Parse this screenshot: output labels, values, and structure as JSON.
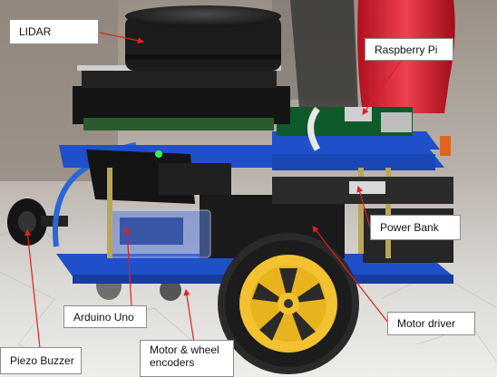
{
  "labels": {
    "lidar": "LIDAR",
    "raspberry_pi": "Raspberry Pi",
    "power_bank": "Power Bank",
    "arduino_uno": "Arduino Uno",
    "motor_driver": "Motor driver",
    "piezo_buzzer": "Piezo Buzzer",
    "motor_wheel_encoders": "Motor & wheel encoders"
  },
  "colors": {
    "arrow": "#e02020",
    "chassis_blue": "#1f4fc9",
    "wheel_yellow": "#f2c230",
    "tire_black": "#2a2a2a"
  }
}
